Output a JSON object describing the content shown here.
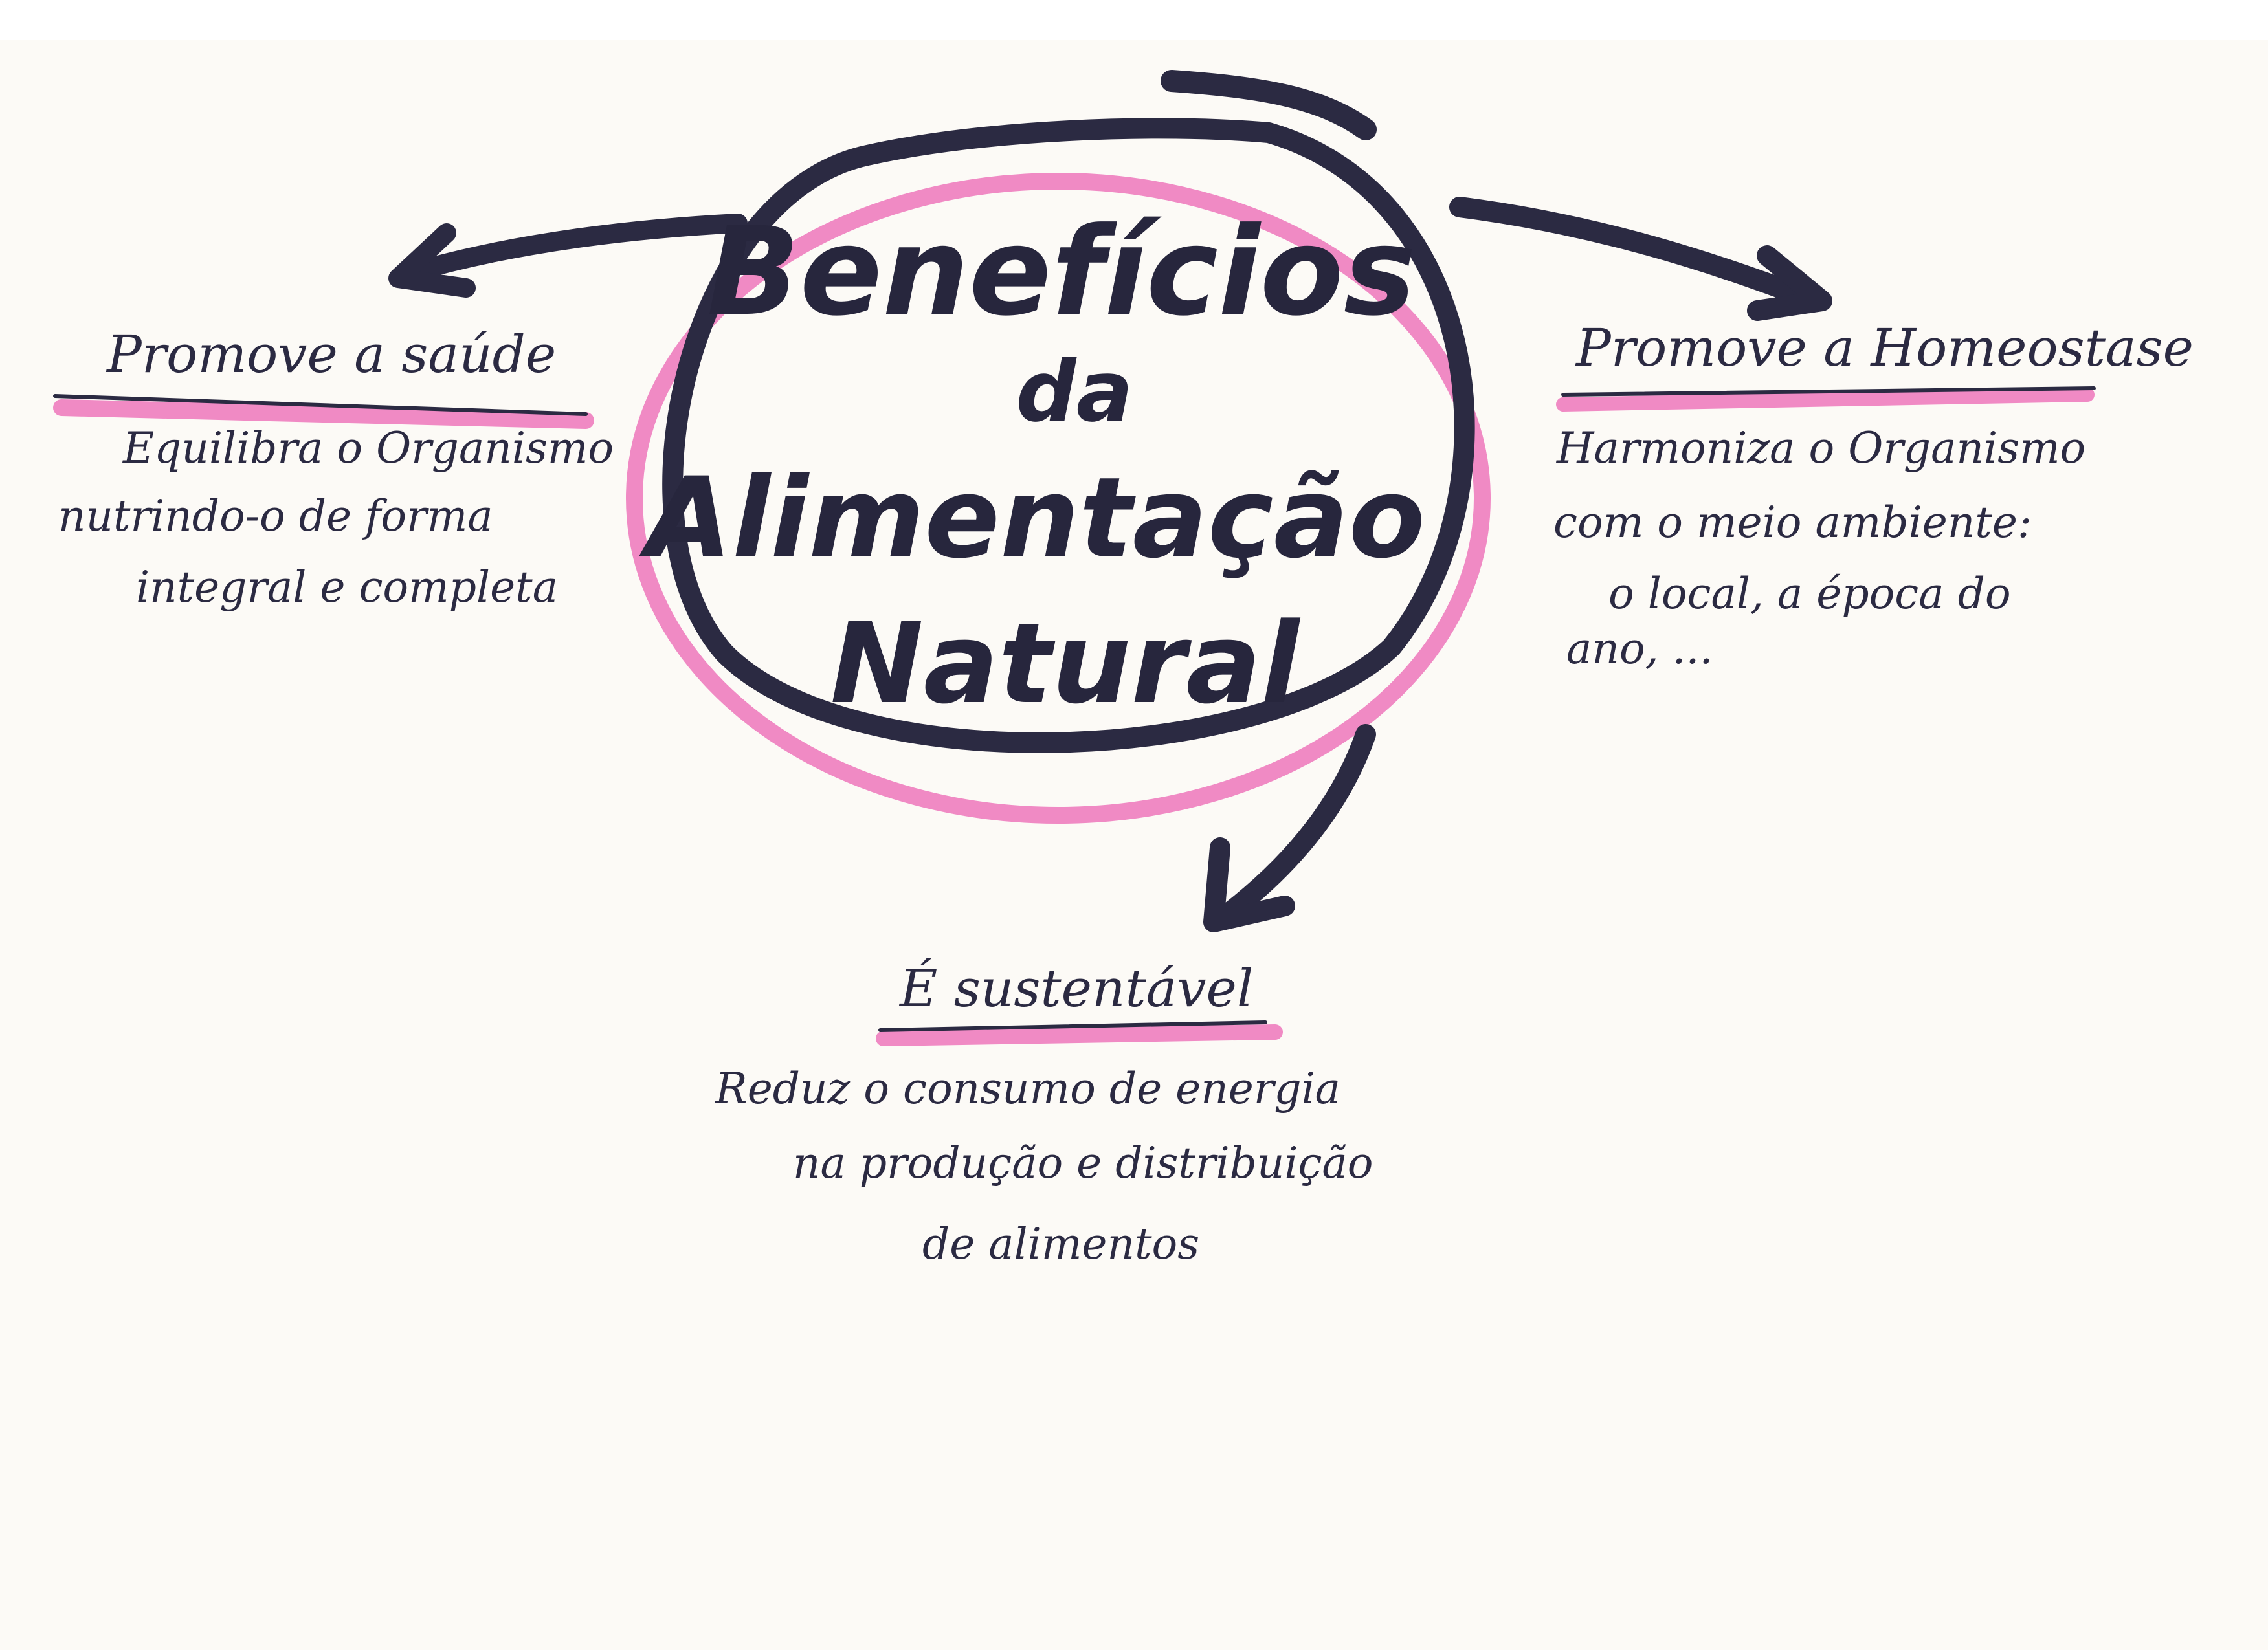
{
  "center": {
    "title_lines": [
      "Benefícios",
      "da",
      "Alimentação",
      "Natural"
    ]
  },
  "branches": [
    {
      "heading": "Promove a saúde",
      "lines": [
        "Equilibra o Organismo",
        "nutrindo-o de forma",
        "integral e completa"
      ]
    },
    {
      "heading": "Promove a Homeostase",
      "lines": [
        "Harmoniza o Organismo",
        "com o meio ambiente:",
        "o local, a época do",
        "ano, ..."
      ]
    },
    {
      "heading": "É sustentável",
      "lines": [
        "Reduz o consumo de energia",
        "na produção e distribuição",
        "de alimentos"
      ]
    }
  ],
  "colors": {
    "ink": "#2b2a42",
    "highlighter": "#f08ac4",
    "paper": "#fcfaf6"
  }
}
